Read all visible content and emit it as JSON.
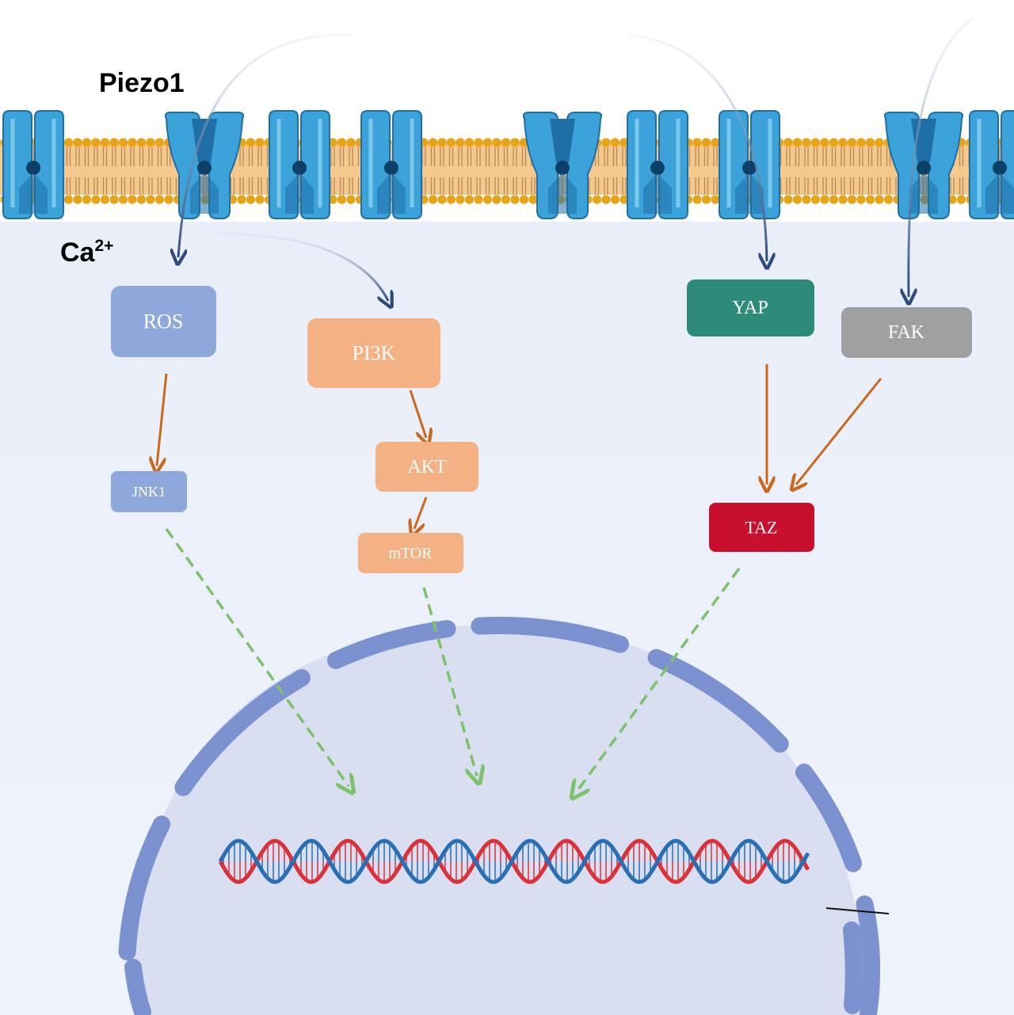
{
  "title": "Piezo1",
  "ion": {
    "base": "Ca",
    "charge": "2+"
  },
  "nodes": {
    "ros": {
      "label": "ROS",
      "color": "#8FA8DC"
    },
    "jnk1": {
      "label": "JNK1",
      "color": "#8FA8DC"
    },
    "pi3k": {
      "label": "PI3K",
      "color": "#F4B183"
    },
    "akt": {
      "label": "AKT",
      "color": "#F4B183"
    },
    "mtor": {
      "label": "mTOR",
      "color": "#F4B183"
    },
    "yap": {
      "label": "YAP",
      "color": "#2E8B7A"
    },
    "fak": {
      "label": "FAK",
      "color": "#A0A0A0"
    },
    "taz": {
      "label": "TAZ",
      "color": "#C8102E"
    }
  },
  "colors": {
    "membrane_lipid": "#F5C88E",
    "lipid_head": "#E8A317",
    "channel": "#3BA3D9",
    "channel_dark": "#1F6FA6",
    "cytoplasm": "#EDF1FA",
    "nucleus": "#D9DFF0",
    "nuclear_envelope": "#7C91CF",
    "arrow_blue": "#2E4A7A",
    "arrow_orange": "#C8691E",
    "arrow_green": "#7CC26A",
    "dna_red": "#D9323A",
    "dna_blue": "#2A6FB5"
  }
}
